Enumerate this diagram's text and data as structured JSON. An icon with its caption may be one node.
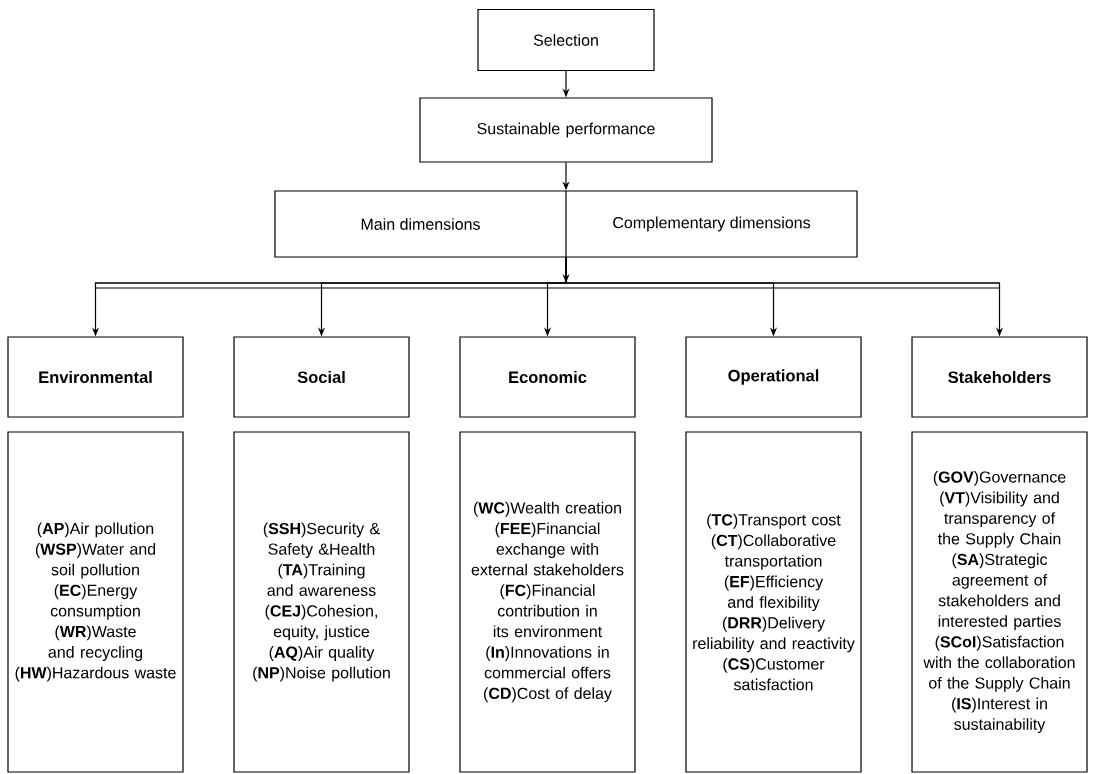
{
  "diagram": {
    "nodes": [
      {
        "text": [
          "Selection"
        ]
      },
      {
        "text": [
          "Sustainable performance"
        ]
      },
      {
        "text": [
          "Main dimensions",
          "Complementary dimensions"
        ]
      },
      {
        "text": [
          "Environmental"
        ]
      },
      {
        "text": [
          "Social"
        ]
      },
      {
        "text": [
          "Economic"
        ]
      },
      {
        "text": [
          "Operational"
        ]
      },
      {
        "text": [
          "Stakeholders"
        ]
      },
      {
        "text": [
          "(**AP**)Air pollution",
          "(**WSP**)Water and soil pollution",
          "(**EC**)Energy consumption",
          "(**WR**)Waste and recycling",
          "(**HW**)Hazardous waste"
        ]
      },
      {
        "text": [
          "(**SSH**)Security & Safety &Health",
          "(**TA**)Training and awareness",
          "(**CEJ**)Cohesion, equity, justice",
          "(**AQ**)Air quality",
          "(**NP**)Noise pollution"
        ]
      },
      {
        "text": [
          "(**WC**)Wealth creation",
          "(**FEE**)Financial exchange with external stakeholders",
          "(**FC**)Financial contribution in its environment",
          "(**In**)Innovations in commercial offers",
          "(**CD**)Cost of delay"
        ]
      },
      {
        "text": [
          "(**TC**)Transport cost",
          "(**CT**)Collaborative transportation",
          "(**EF**)Efficiency and flexibility",
          "(**DRR**)Delivery reliability and reactivity",
          "(**CS**)Customer satisfaction"
        ]
      },
      {
        "text": [
          "(**GOV**)Governance",
          "(**VT**)Visibility and transparency of the Supply Chain",
          "(**SA**)Strategic agreement of stakeholders and interested parties",
          "(**SCoI**)Satisfaction with the collaboration of the Supply Chain",
          "(**IS**)Interest in sustainability"
        ]
      }
    ],
    "edges": [
      {
        "from": 0,
        "to": 1,
        "arrow": "to"
      },
      {
        "from": 1,
        "to": 2,
        "arrow": "to"
      },
      {
        "from": 2,
        "to": 3,
        "arrow": "to"
      },
      {
        "from": 2,
        "to": 4,
        "arrow": "to"
      },
      {
        "from": 2,
        "to": 5,
        "arrow": "to"
      },
      {
        "from": 2,
        "to": 6,
        "arrow": "to"
      },
      {
        "from": 2,
        "to": 7,
        "arrow": "to"
      }
    ]
  }
}
